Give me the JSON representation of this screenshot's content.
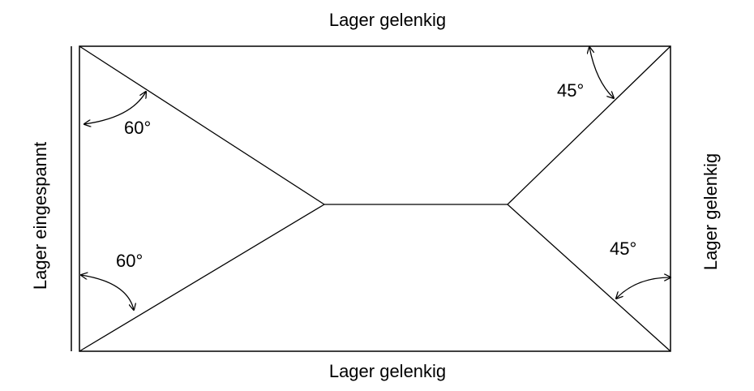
{
  "supports": {
    "top": "Lager gelenkig",
    "bottom": "Lager gelenkig",
    "left": "Lager eingespannt",
    "right": "Lager gelenkig"
  },
  "angles": {
    "top_left": "60°",
    "bottom_left": "60°",
    "top_right": "45°",
    "bottom_right": "45°"
  },
  "colors": {
    "line": "#000000",
    "background": "#ffffff"
  }
}
